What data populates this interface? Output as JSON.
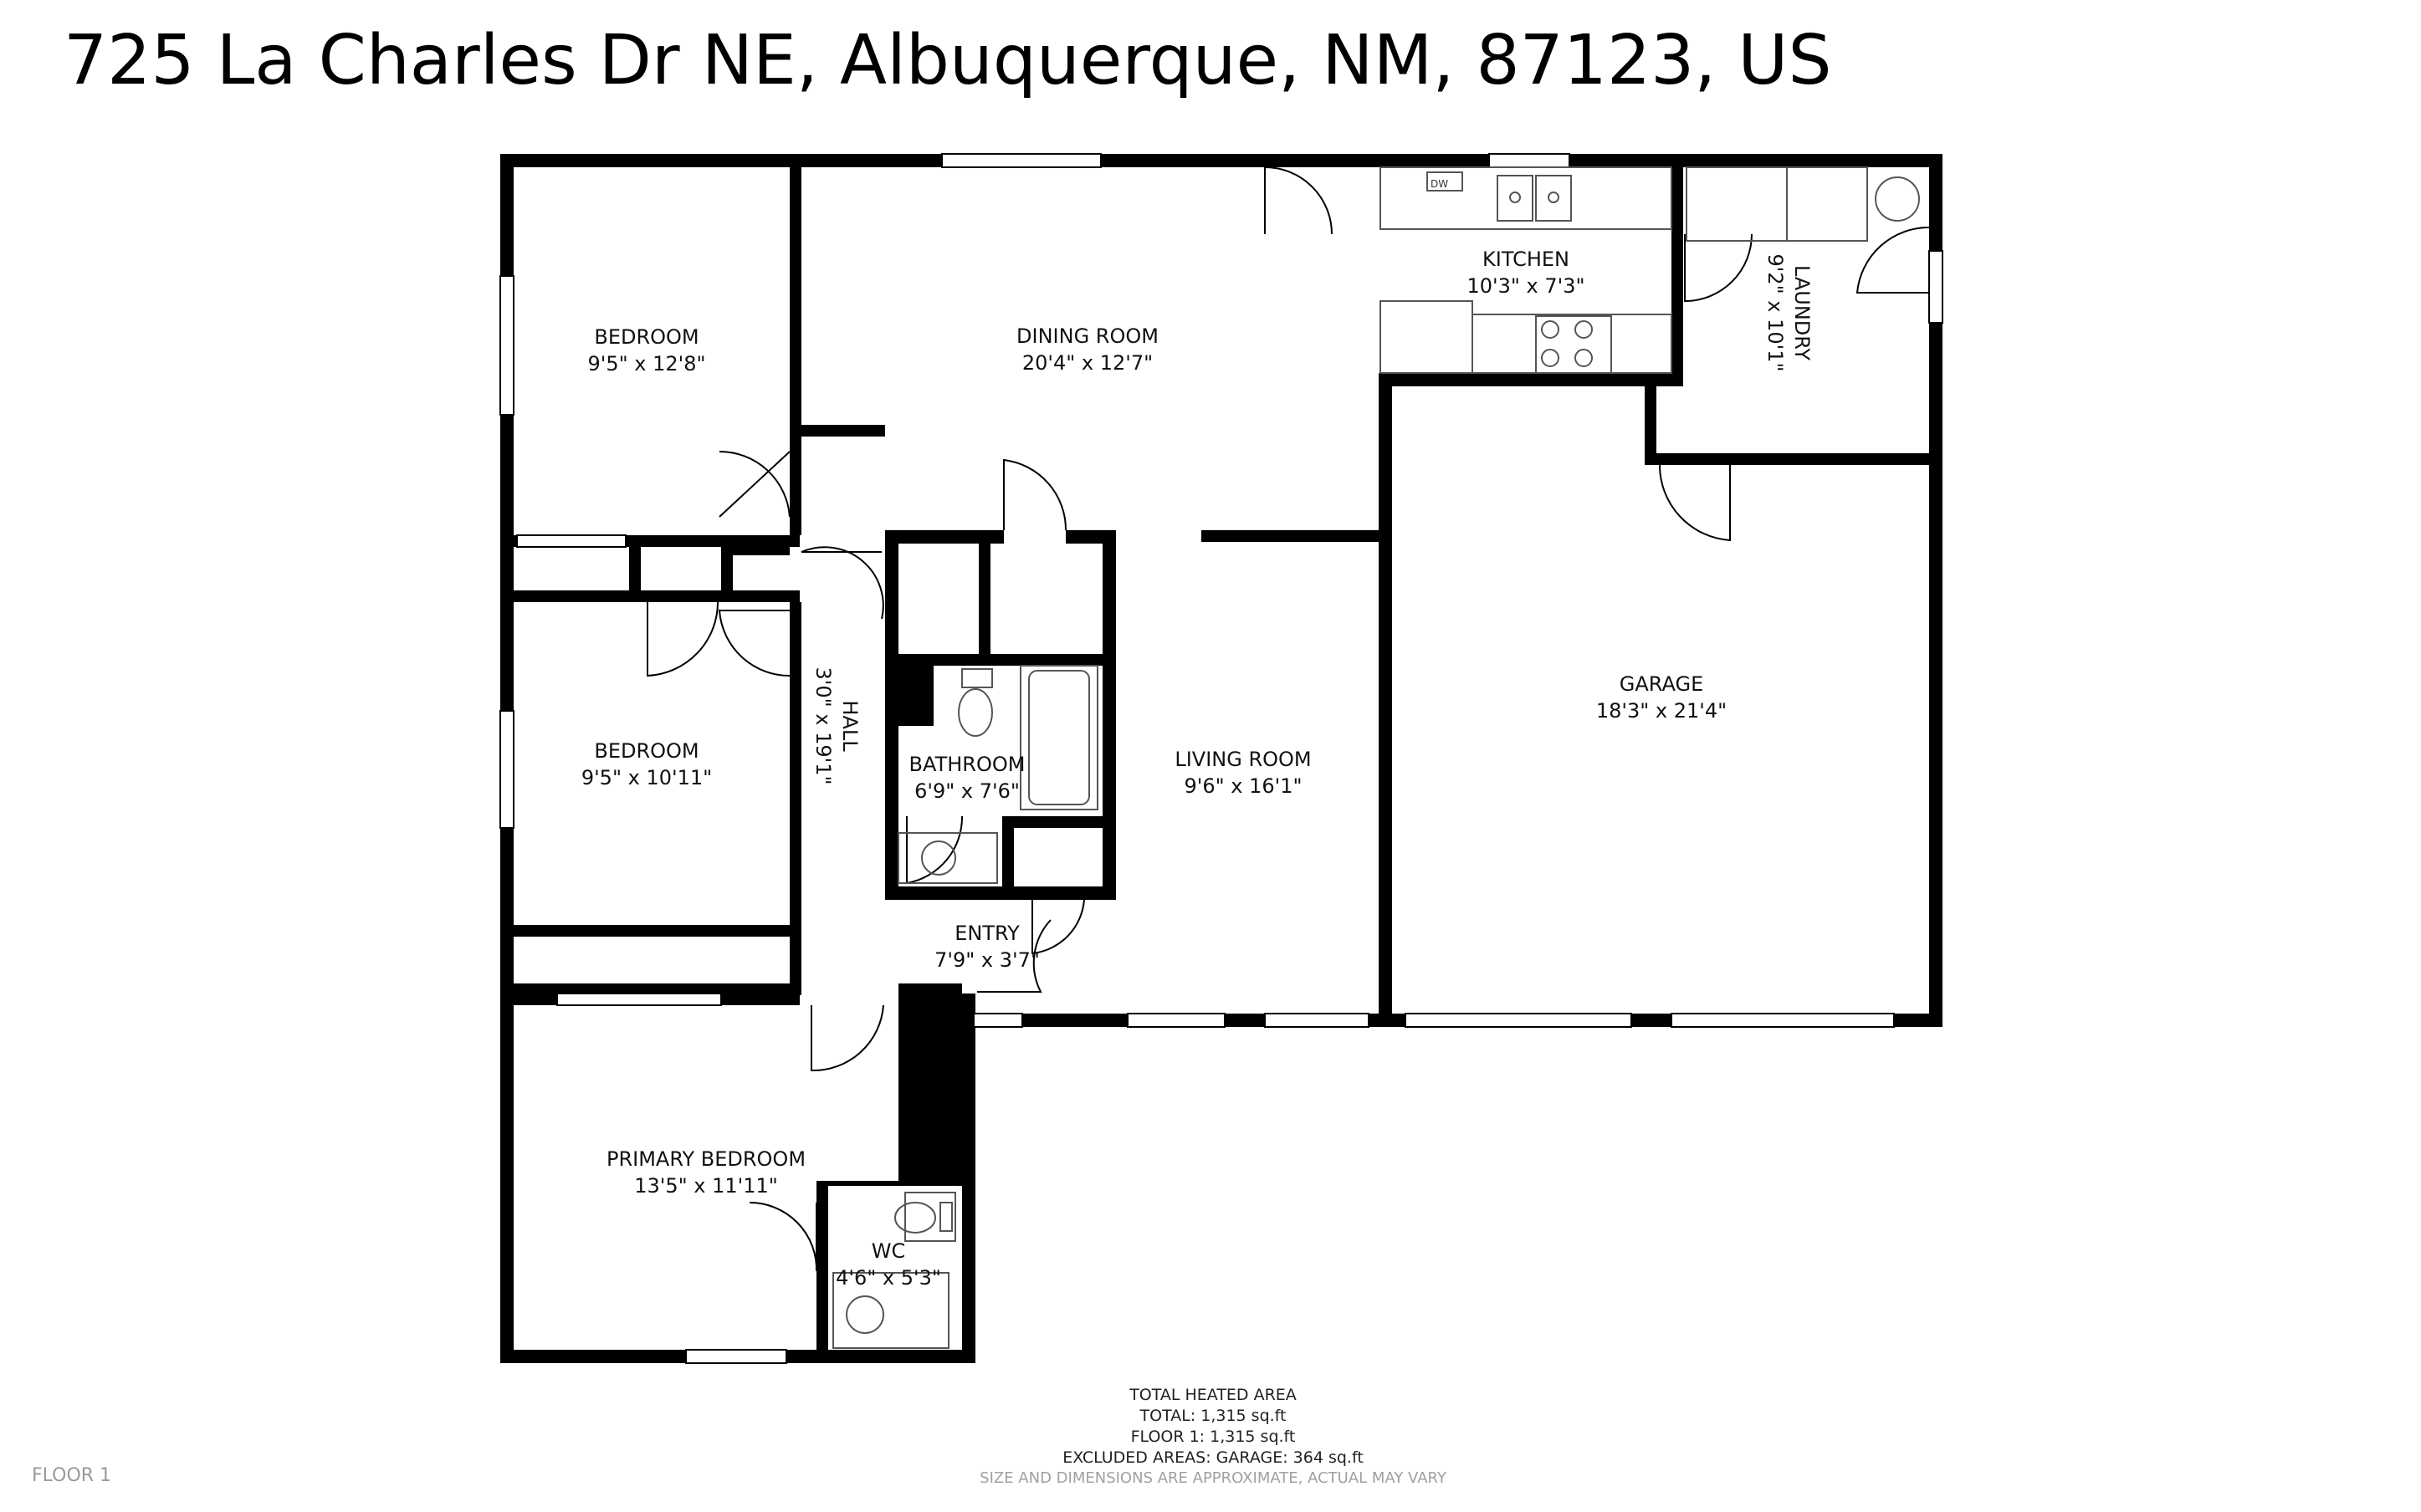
{
  "title": "725 La Charles Dr NE, Albuquerque, NM, 87123, US",
  "rooms": {
    "bedroom1": {
      "name": "BEDROOM",
      "dims": "9'5\" x 12'8\""
    },
    "dining": {
      "name": "DINING ROOM",
      "dims": "20'4\" x 12'7\""
    },
    "kitchen": {
      "name": "KITCHEN",
      "dims": "10'3\" x 7'3\""
    },
    "laundry": {
      "name": "LAUNDRY",
      "dims": "9'2\" x 10'1\""
    },
    "bedroom2": {
      "name": "BEDROOM",
      "dims": "9'5\" x 10'11\""
    },
    "hall": {
      "name": "HALL",
      "dims": "3'0\" x 19'1\""
    },
    "bathroom": {
      "name": "BATHROOM",
      "dims": "6'9\" x 7'6\""
    },
    "living": {
      "name": "LIVING ROOM",
      "dims": "9'6\" x 16'1\""
    },
    "garage": {
      "name": "GARAGE",
      "dims": "18'3\" x 21'4\""
    },
    "entry": {
      "name": "ENTRY",
      "dims": "7'9\" x 3'7\""
    },
    "primary": {
      "name": "PRIMARY BEDROOM",
      "dims": "13'5\" x 11'11\""
    },
    "wc": {
      "name": "WC",
      "dims": "4'6\" x 5'3\""
    }
  },
  "appliance_labels": {
    "dishwasher": "DW"
  },
  "summary": {
    "heading": "TOTAL HEATED AREA",
    "total": "TOTAL: 1,315 sq.ft",
    "floor1": "FLOOR 1: 1,315 sq.ft",
    "excluded": "EXCLUDED AREAS: GARAGE: 364 sq.ft"
  },
  "floor_label": "FLOOR 1",
  "disclaimer": "SIZE AND DIMENSIONS ARE APPROXIMATE, ACTUAL MAY VARY",
  "colors": {
    "wall": "#000000",
    "fixture": "#555555",
    "background": "#ffffff"
  }
}
